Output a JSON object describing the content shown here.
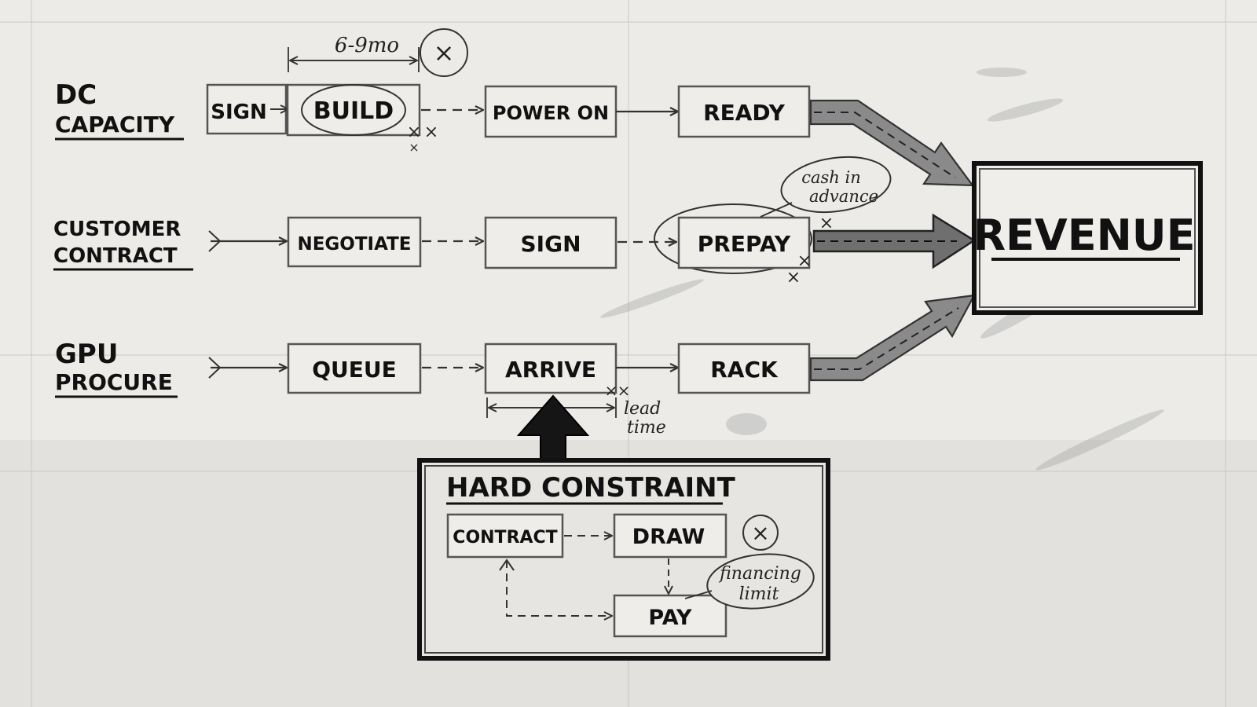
{
  "lanes": {
    "dc": {
      "line1": "DC",
      "line2": "CAPACITY"
    },
    "customer": {
      "line1": "CUSTOMER",
      "line2": "CONTRACT"
    },
    "gpu": {
      "line1": "GPU",
      "line2": "PROCURE"
    }
  },
  "steps": {
    "dc_sign": "SIGN",
    "dc_build": "BUILD",
    "dc_power_on": "POWER ON",
    "dc_ready": "READY",
    "cc_negotiate": "NEGOTIATE",
    "cc_sign": "SIGN",
    "cc_prepay": "PREPAY",
    "gpu_queue": "QUEUE",
    "gpu_arrive": "ARRIVE",
    "gpu_rack": "RACK"
  },
  "revenue": "REVENUE",
  "annotations": {
    "build_duration": "6-9mo",
    "cash_in_advance_1": "cash in",
    "cash_in_advance_2": "advance",
    "lead_time_1": "lead",
    "lead_time_2": "time",
    "financing_limit_1": "financing",
    "financing_limit_2": "limit",
    "cross_mark": "×"
  },
  "constraint": {
    "title": "HARD CONSTRAINT",
    "contract": "CONTRACT",
    "draw": "DRAW",
    "pay": "PAY"
  },
  "colors": {
    "background": "#ecebe8",
    "ink": "#111111",
    "box_border": "#555555",
    "arrow_fill": "#8a8a8a"
  }
}
